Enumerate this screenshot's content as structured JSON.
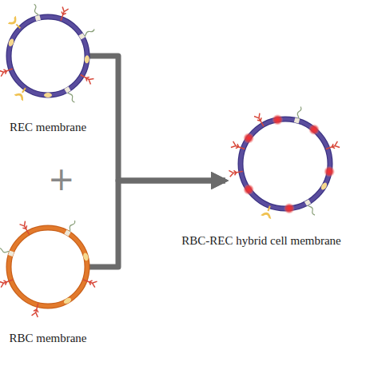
{
  "diagram": {
    "nodes": [
      {
        "text": [
          "REC membrane"
        ]
      },
      {
        "text": [
          "RBC membrane"
        ]
      },
      {
        "text": [
          "RBC-REC hybrid cell membrane"
        ]
      }
    ],
    "edges": [
      {
        "from": 0,
        "to": 2,
        "arrow": "to"
      },
      {
        "from": 1,
        "to": 2,
        "arrow": "to"
      }
    ],
    "labels": [
      "+"
    ]
  }
}
